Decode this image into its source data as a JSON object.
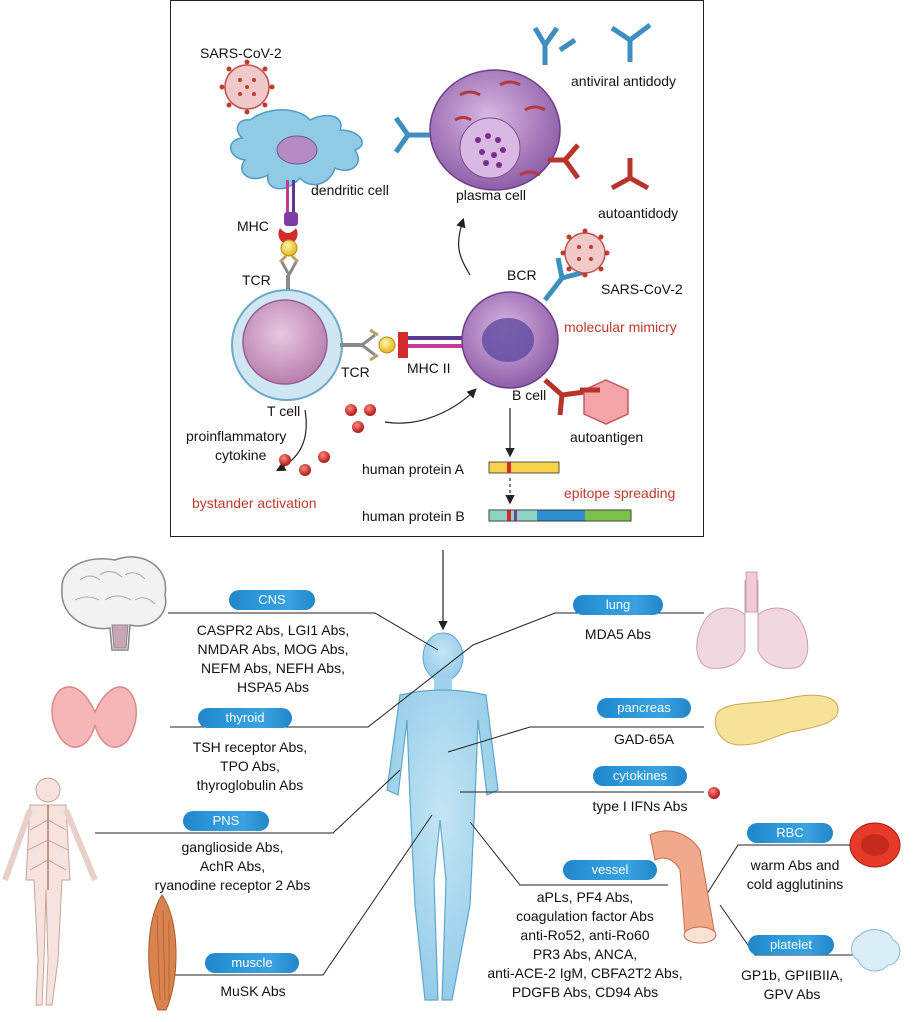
{
  "top_panel": {
    "sars_cov2_top": "SARS-CoV-2",
    "dendritic_cell": "dendritic cell",
    "mhc": "MHC",
    "tcr_top": "TCR",
    "tcr_side": "TCR",
    "t_cell": "T cell",
    "mhc_ii": "MHC II",
    "b_cell": "B cell",
    "bcr": "BCR",
    "sars_cov2_b": "SARS-CoV-2",
    "molecular_mimicry": "molecular mimicry",
    "autoantigen": "autoantigen",
    "plasma_cell": "plasma cell",
    "antiviral_antibody": "antiviral antidody",
    "autoantibody": "autoantidody",
    "proinflammatory_cytokine": [
      "proinflammatory",
      "cytokine"
    ],
    "bystander_activation": "bystander activation",
    "human_protein_a": "human protein A",
    "human_protein_b": "human protein B",
    "epitope_spreading": "epitope spreading"
  },
  "organs": {
    "cns": {
      "label": "CNS",
      "abs": [
        "CASPR2 Abs, LGI1 Abs,",
        "NMDAR Abs, MOG Abs,",
        "NEFM Abs, NEFH Abs,",
        "HSPA5 Abs"
      ]
    },
    "thyroid": {
      "label": "thyroid",
      "abs": [
        "TSH receptor Abs,",
        "TPO Abs,",
        "thyroglobulin Abs"
      ]
    },
    "pns": {
      "label": "PNS",
      "abs": [
        "ganglioside Abs,",
        "AchR Abs,",
        "ryanodine receptor 2 Abs"
      ]
    },
    "muscle": {
      "label": "muscle",
      "abs": [
        "MuSK Abs"
      ]
    },
    "lung": {
      "label": "lung",
      "abs": [
        "MDA5 Abs"
      ]
    },
    "pancreas": {
      "label": "pancreas",
      "abs": [
        "GAD-65A"
      ]
    },
    "cytokines": {
      "label": "cytokines",
      "abs": [
        "type I IFNs Abs"
      ]
    },
    "vessel": {
      "label": "vessel",
      "abs": [
        "aPLs, PF4 Abs,",
        "coagulation factor Abs",
        "anti-Ro52, anti-Ro60",
        "PR3 Abs, ANCA,",
        "anti-ACE-2 IgM, CBFA2T2 Abs,",
        "PDGFB Abs, CD94 Abs"
      ]
    },
    "rbc": {
      "label": "RBC",
      "abs": [
        "warm Abs and",
        "cold agglutinins"
      ]
    },
    "platelet": {
      "label": "platelet",
      "abs": [
        "GP1b, GPIIBIIA,",
        "GPV Abs"
      ]
    }
  },
  "colors": {
    "pill_blue": "#2b96d8",
    "body_blue": "#a9d7ee",
    "red_text": "#c0392b",
    "cell_purple": "#9b6fae",
    "dendritic_blue": "#8fcbe6"
  }
}
